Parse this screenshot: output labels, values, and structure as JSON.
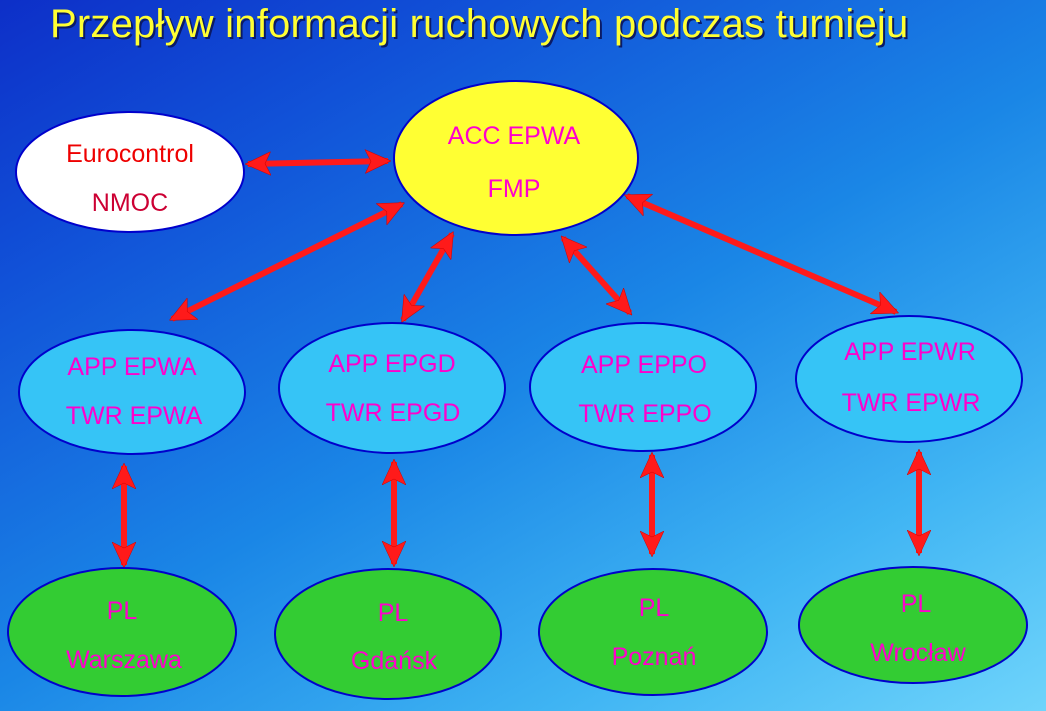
{
  "title": "Przepływ informacji ruchowych podczas turnieju",
  "nodes": {
    "eurocontrol": {
      "line1": "Eurocontrol",
      "line2": "NMOC"
    },
    "acc": {
      "line1": "ACC EPWA",
      "line2": "FMP"
    },
    "app_epwa": {
      "line1": "APP EPWA",
      "line2": "TWR EPWA"
    },
    "app_epgd": {
      "line1": "APP EPGD",
      "line2": "TWR EPGD"
    },
    "app_eppo": {
      "line1": "APP EPPO",
      "line2": "TWR EPPO"
    },
    "app_epwr": {
      "line1": "APP EPWR",
      "line2": "TWR EPWR"
    },
    "pl_warszawa": {
      "line1": "PL",
      "line2": "Warszawa"
    },
    "pl_gdansk": {
      "line1": "PL",
      "line2": "Gdańsk"
    },
    "pl_poznan": {
      "line1": "PL",
      "line2": "Poznań"
    },
    "pl_wroclaw": {
      "line1": "PL",
      "line2": "Wrocław"
    }
  },
  "colors": {
    "arrow": "#ff1a1a",
    "node_white": "#ffffff",
    "node_yellow": "#ffff33",
    "node_cyan": "#36c4f6",
    "node_green": "#33cc33",
    "node_border": "#0000cc",
    "title": "#ffff33"
  }
}
